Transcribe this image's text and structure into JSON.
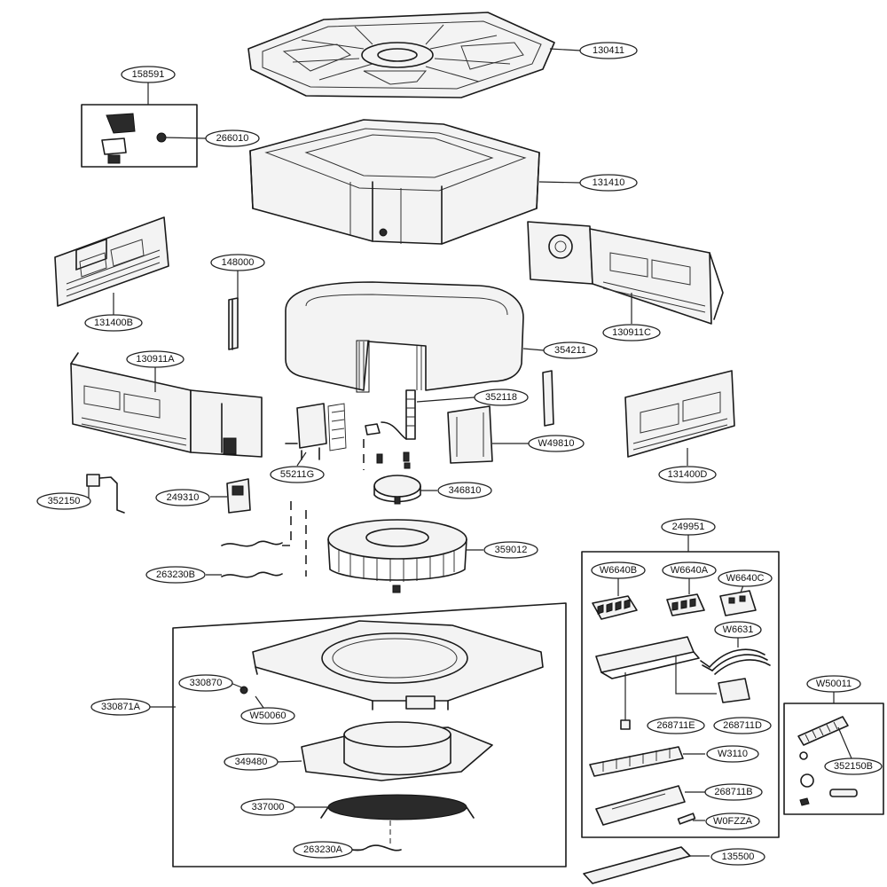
{
  "part_labels": {
    "p130411": "130411",
    "p158591": "158591",
    "p266010": "266010",
    "p131410": "131410",
    "p148000": "148000",
    "p131400B": "131400B",
    "p130911C": "130911C",
    "p354211": "354211",
    "p130911A": "130911A",
    "p352118": "352118",
    "p49810": "W49810",
    "p131400D": "131400D",
    "p55211G": "55211G",
    "p352150": "352150",
    "p249310": "249310",
    "p346810": "346810",
    "p359012": "359012",
    "p263230B": "263230B",
    "p249951": "249951",
    "pW6640B": "W6640B",
    "pW6640A": "W6640A",
    "pW6640C": "W6640C",
    "pW6631": "W6631",
    "p330870": "330870",
    "p330871A": "330871A",
    "pW50060": "W50060",
    "p268711E": "268711E",
    "p268711D": "268711D",
    "pW50011": "W50011",
    "p349480": "349480",
    "pW3110": "W3110",
    "p352150B": "352150B",
    "p268711B": "268711B",
    "p337000": "337000",
    "pW0FZZA": "W0FZZA",
    "p263230A": "263230A",
    "p135500": "135500"
  }
}
